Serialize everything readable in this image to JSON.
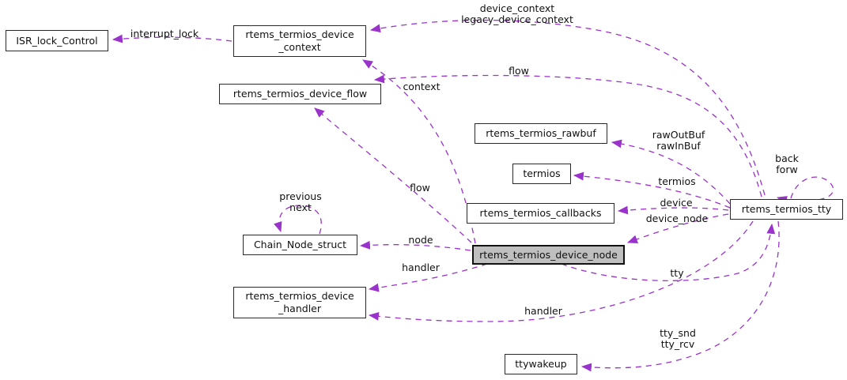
{
  "diagram": {
    "type": "doxygen-collaboration-graph",
    "focus_node": "rtems_termios_device_node",
    "colors": {
      "edge": "#9a32cc",
      "node_fill": "#ffffff",
      "focus_node_fill": "#bfbfbf",
      "node_border": "#2a2a2a",
      "text": "#111111",
      "background": "#ffffff"
    },
    "nodes": {
      "isr_lock": "ISR_lock_Control",
      "device_context": "rtems_termios_device\n_context",
      "device_flow": "rtems_termios_device_flow",
      "rawbuf": "rtems_termios_rawbuf",
      "termios": "termios",
      "callbacks": "rtems_termios_callbacks",
      "tty": "rtems_termios_tty",
      "chain_node": "Chain_Node_struct",
      "device_node": "rtems_termios_device_node",
      "device_handler": "rtems_termios_device\n_handler",
      "ttywakeup": "ttywakeup"
    },
    "edge_labels": {
      "interrupt_lock": "interrupt_lock",
      "device_context_legacy": "device_context\nlegacy_device_context",
      "flow_top": "flow",
      "context": "context",
      "rawbuf": "rawOutBuf\nrawInBuf",
      "termios": "termios",
      "device": "device",
      "device_node": "device_node",
      "flow_mid": "flow",
      "node": "node",
      "handler_from_device_node": "handler",
      "handler_from_tty": "handler",
      "tty": "tty",
      "tty_snd_rcv": "tty_snd\ntty_rcv",
      "previous_next": "previous\nnext",
      "back_forw": "back\nforw"
    }
  }
}
